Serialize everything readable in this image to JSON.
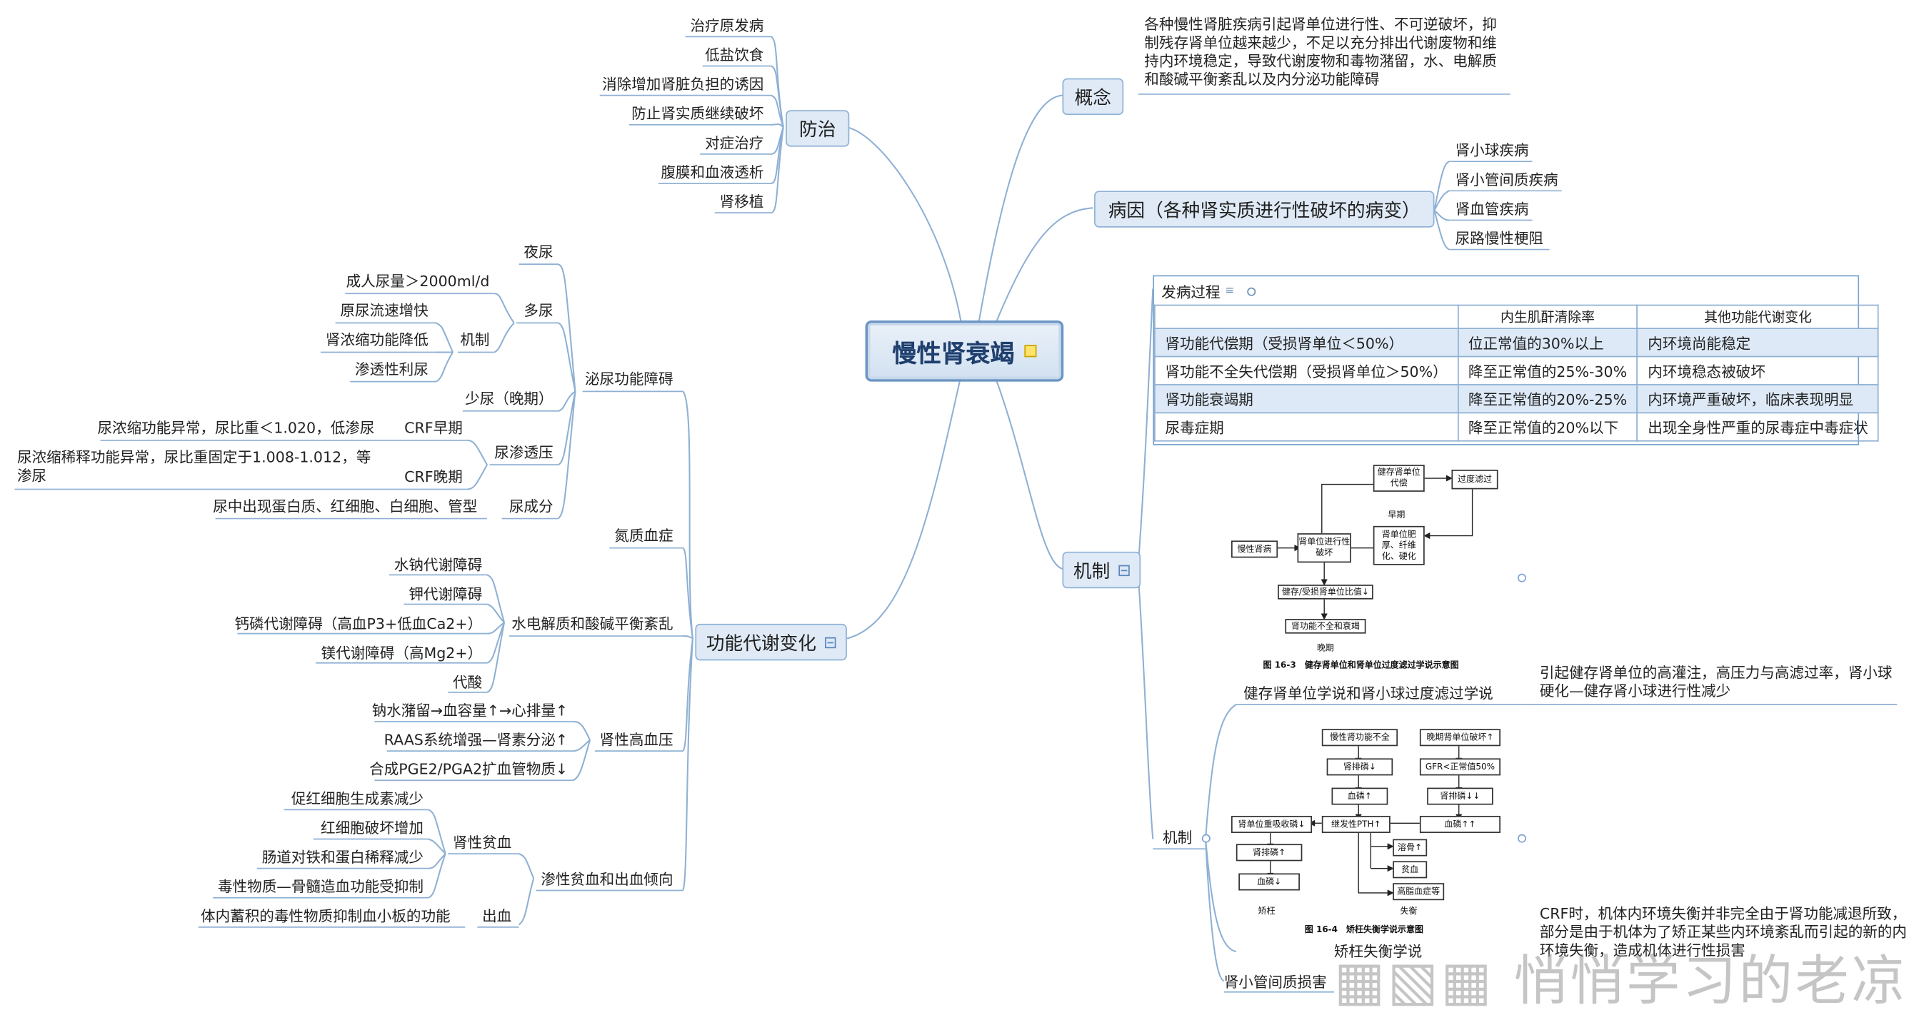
{
  "central": {
    "title": "慢性肾衰竭"
  },
  "concept": {
    "label": "概念",
    "text": "各种慢性肾脏疾病引起肾单位进行性、不可逆破坏，抑制残存肾单位越来越少，不足以充分排出代谢废物和维持内环境稳定，导致代谢废物和毒物潴留，水、电解质和酸碱平衡紊乱以及内分泌功能障碍"
  },
  "cause": {
    "label": "病因（各种肾实质进行性破坏的病变）",
    "items": [
      "肾小球疾病",
      "肾小管间质疾病",
      "肾血管疾病",
      "尿路慢性梗阻"
    ]
  },
  "prevention": {
    "label": "防治",
    "items": [
      "治疗原发病",
      "低盐饮食",
      "消除增加肾脏负担的诱因",
      "防止肾实质继续破坏",
      "对症治疗",
      "腹膜和血液透析",
      "肾移植"
    ]
  },
  "mechanism": {
    "label": "机制",
    "table": {
      "caption": "发病过程",
      "headers": [
        "",
        "内生肌酐清除率",
        "其他功能代谢变化"
      ],
      "rows": [
        [
          "肾功能代偿期（受损肾单位＜50%）",
          "位正常值的30%以上",
          "内环境尚能稳定"
        ],
        [
          "肾功能不全失代偿期（受损肾单位＞50%）",
          "降至正常值的25%-30%",
          "内环境稳态被破坏"
        ],
        [
          "肾功能衰竭期",
          "降至正常值的20%-25%",
          "内环境严重破坏，临床表现明显"
        ],
        [
          "尿毒症期",
          "降至正常值的20%以下",
          "出现全身性严重的尿毒症中毒症状"
        ]
      ]
    },
    "sub_label": "机制",
    "theory1": {
      "label": "健存肾单位学说和肾小球过度滤过学说",
      "note": "引起健存肾单位的高灌注，高压力与高滤过率，肾小球硬化—健存肾小球进行性减少"
    },
    "theory2": {
      "label": "矫枉失衡学说",
      "note": "CRF时，机体内环境失衡并非完全由于肾功能减退所致，部分是由于机体为了矫正某些内环境紊乱而引起的新的内环境失衡，造成机体进行性损害"
    },
    "theory3": {
      "label": "肾小管间质损害"
    },
    "fig1": {
      "nodes": [
        "健存肾单位代偿",
        "过度滤过",
        "慢性肾病",
        "肾单位进行性破坏",
        "肾单位肥厚、纤维化、硬化",
        "健存/受损肾单位比值↓",
        "肾功能不全和衰竭"
      ],
      "labels": [
        "早期",
        "晚期"
      ],
      "caption": "图 16-3　健存肾单位和肾单位过度滤过学说示意图"
    },
    "fig2": {
      "nodes": [
        "慢性肾功能不全",
        "晚期肾单位破坏↑",
        "肾排磷↓",
        "GFR<正常值50%",
        "血磷↑",
        "肾排磷↓↓",
        "肾单位重吸收磷↓",
        "继发性PTH↑",
        "血磷↑↑",
        "肾排磷↑",
        "溶骨↑",
        "贫血",
        "血磷↓",
        "高脂血症等"
      ],
      "labels": [
        "矫枉",
        "失衡"
      ],
      "caption": "图 16-4　矫枉失衡学说示意图"
    }
  },
  "func": {
    "label": "功能代谢变化",
    "urine": {
      "label": "泌尿功能障碍",
      "nocturia": "夜尿",
      "polyuria": "多尿",
      "polyuria_def": "成人尿量＞2000ml/d",
      "mech": "机制",
      "mech_items": [
        "原尿流速增快",
        "肾浓缩功能降低",
        "渗透性利尿"
      ],
      "oliguria": "少尿（晚期）",
      "osmo": "尿渗透压",
      "crf_early": "CRF早期",
      "crf_early_text": "尿浓缩功能异常，尿比重＜1.020，低渗尿",
      "crf_late": "CRF晚期",
      "crf_late_text": "尿浓缩稀释功能异常，尿比重固定于1.008-1.012，等渗尿",
      "comp": "尿成分",
      "comp_text": "尿中出现蛋白质、红细胞、白细胞、管型"
    },
    "azotemia": "氮质血症",
    "electrolyte": {
      "label": "水电解质和酸碱平衡紊乱",
      "items": [
        "水钠代谢障碍",
        "钾代谢障碍",
        "钙磷代谢障碍（高血P3+低血Ca2+）",
        "镁代谢障碍（高Mg2+）",
        "代酸"
      ]
    },
    "hypertension": {
      "label": "肾性高血压",
      "items": [
        "钠水潴留→血容量↑→心排量↑",
        "RAAS系统增强—肾素分泌↑",
        "合成PGE2/PGA2扩血管物质↓"
      ]
    },
    "anemia": {
      "label": "渗性贫血和出血倾向",
      "renal_anemia": "肾性贫血",
      "anemia_items": [
        "促红细胞生成素减少",
        "红细胞破坏增加",
        "肠道对铁和蛋白稀释减少",
        "毒性物质—骨髓造血功能受抑制"
      ],
      "bleeding": "出血",
      "bleeding_text": "体内蓄积的毒性物质抑制血小板的功能"
    }
  },
  "watermark": "悄悄学习的老凉"
}
